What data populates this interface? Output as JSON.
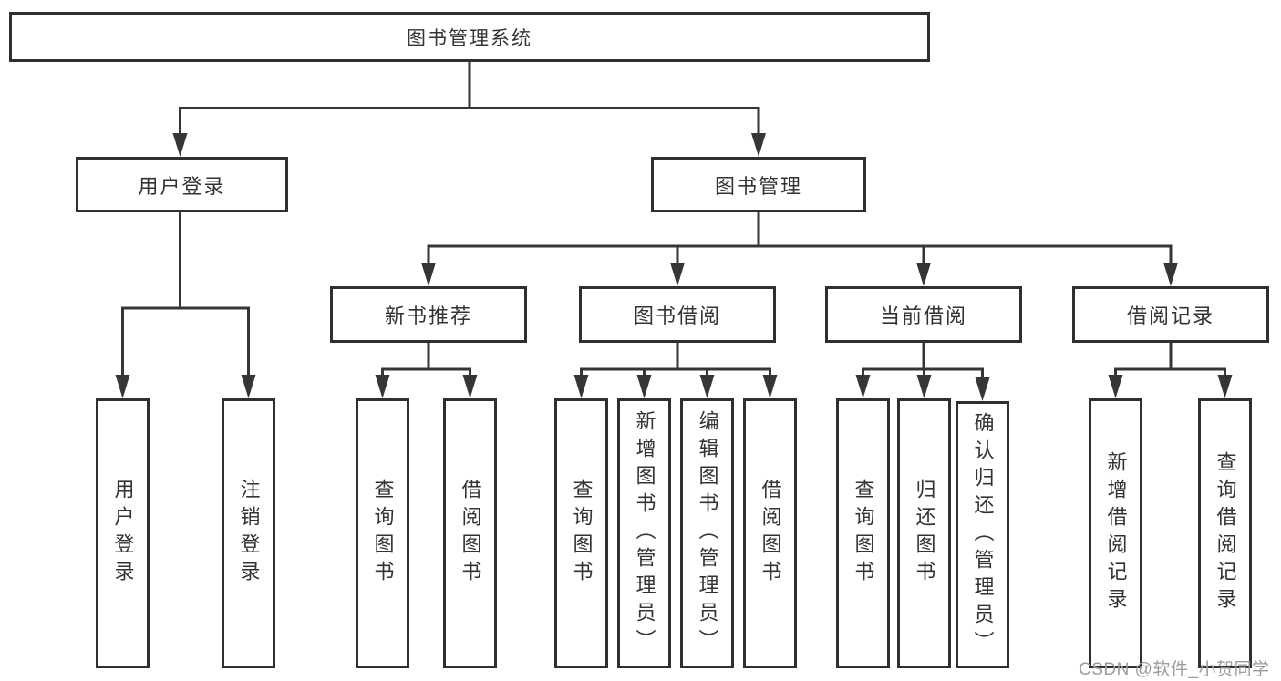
{
  "diagram": {
    "root": {
      "label": "图书管理系统"
    },
    "level2": [
      {
        "label": "用户登录"
      },
      {
        "label": "图书管理"
      }
    ],
    "level3": [
      {
        "label": "新书推荐"
      },
      {
        "label": "图书借阅"
      },
      {
        "label": "当前借阅"
      },
      {
        "label": "借阅记录"
      }
    ],
    "leaves": [
      {
        "parent": "用户登录",
        "label": "用户登录"
      },
      {
        "parent": "用户登录",
        "label": "注销登录"
      },
      {
        "parent": "新书推荐",
        "label": "查询图书"
      },
      {
        "parent": "新书推荐",
        "label": "借阅图书"
      },
      {
        "parent": "图书借阅",
        "label": "查询图书"
      },
      {
        "parent": "图书借阅",
        "label": "新增图书（管理员）"
      },
      {
        "parent": "图书借阅",
        "label": "编辑图书（管理员）"
      },
      {
        "parent": "图书借阅",
        "label": "借阅图书"
      },
      {
        "parent": "当前借阅",
        "label": "查询图书"
      },
      {
        "parent": "当前借阅",
        "label": "归还图书"
      },
      {
        "parent": "当前借阅",
        "label": "确认归还（管理员）"
      },
      {
        "parent": "借阅记录",
        "label": "新增借阅记录"
      },
      {
        "parent": "借阅记录",
        "label": "查询借阅记录"
      }
    ]
  },
  "watermark": "CSDN @软件_小贺同学",
  "colors": {
    "line": "#363636",
    "border": "#2f2f2f",
    "text": "#333333",
    "watermark": "#9c9c9c",
    "background": "#ffffff"
  }
}
